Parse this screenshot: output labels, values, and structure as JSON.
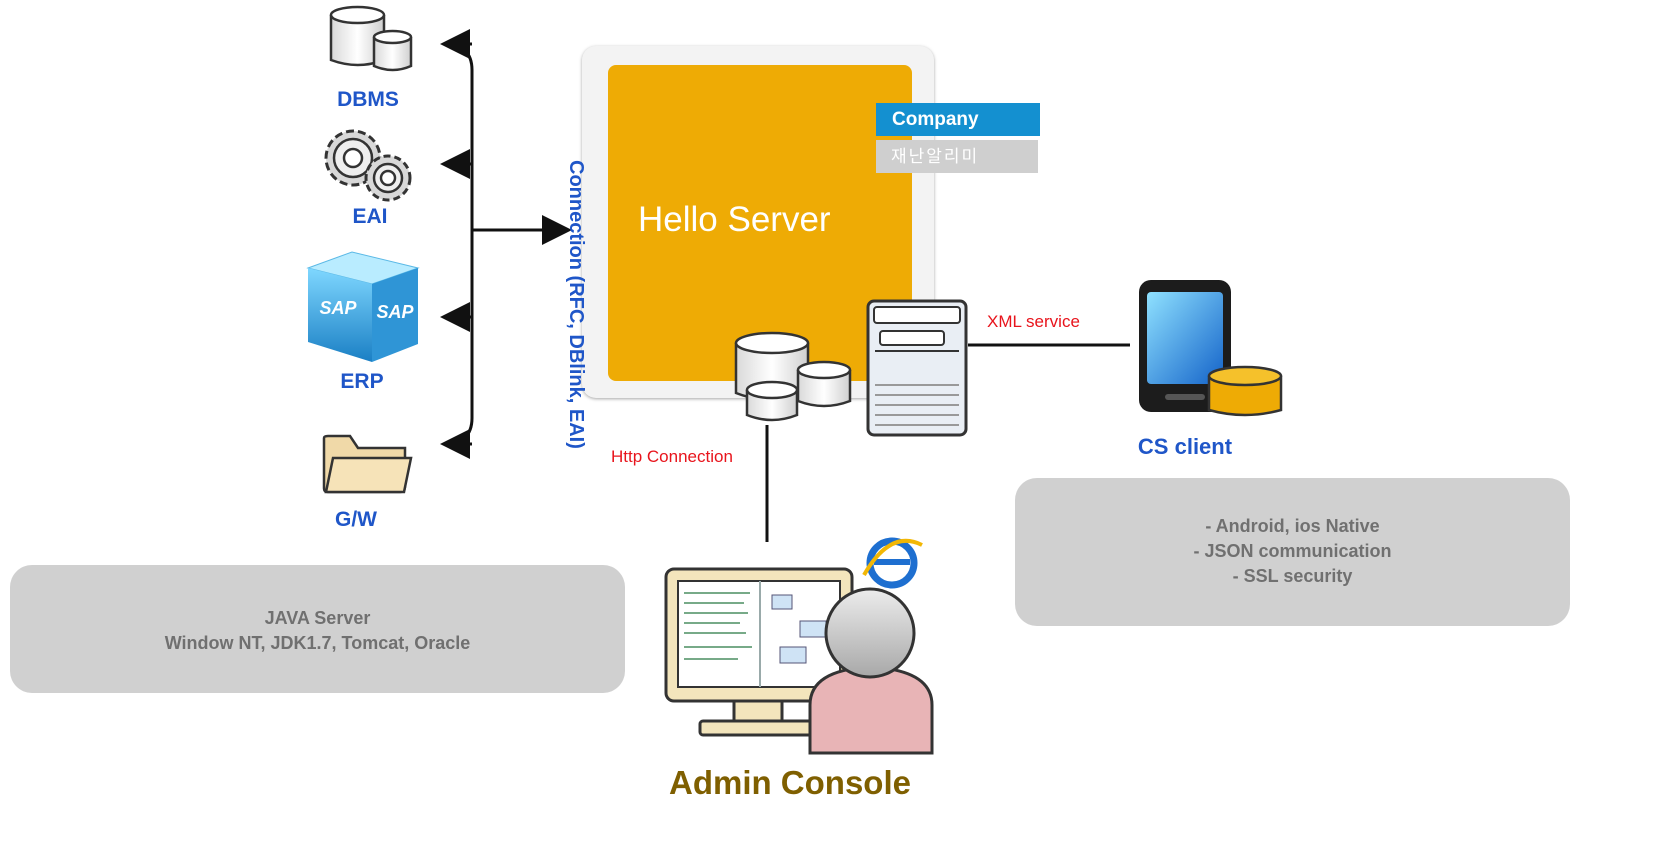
{
  "sources": {
    "dbms": "DBMS",
    "eai": "EAI",
    "erp": "ERP",
    "gw": "G/W"
  },
  "connection_label": "Connection (RFC, DBlink, EAI)",
  "server": {
    "title": "Hello Server",
    "company": "Company",
    "company_sub": "재난알리미",
    "sap_text": "SAP"
  },
  "links": {
    "xml": "XML service",
    "http": "Http Connection"
  },
  "client": {
    "label": "CS client",
    "features": [
      "- Android, ios Native",
      "- JSON communication",
      "- SSL security"
    ]
  },
  "java_box": {
    "line1": "JAVA Server",
    "line2": "Window NT, JDK1.7, Tomcat, Oracle"
  },
  "admin": {
    "label": "Admin Console"
  },
  "colors": {
    "server_core": "#eeab05",
    "label_blue": "#1f56c8",
    "link_red": "#e8141c",
    "company_blue": "#1490d0",
    "admin_brown": "#7f5f00",
    "box_gray": "#d0d0d0"
  }
}
